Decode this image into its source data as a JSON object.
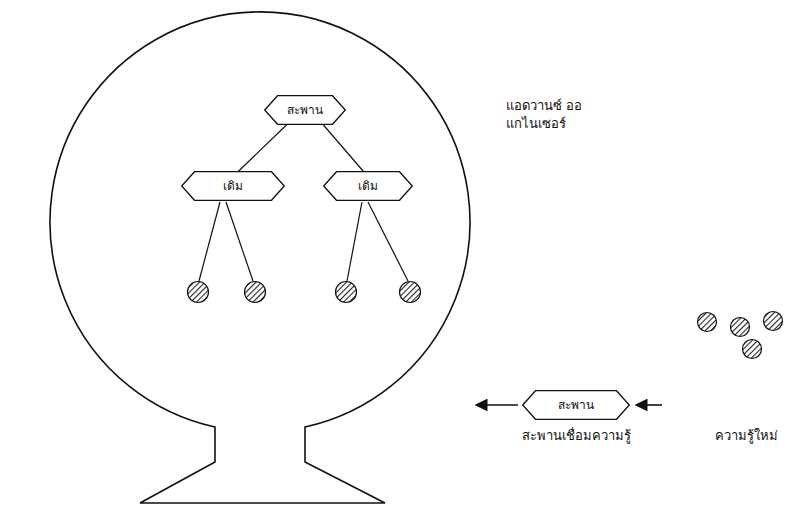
{
  "diagram": {
    "nodes": [
      {
        "text": [
          "สะพาน"
        ]
      },
      {
        "text": [
          "เดิม"
        ]
      },
      {
        "text": [
          "เดิม"
        ]
      },
      {
        "text": [
          "สะพาน"
        ]
      }
    ],
    "edges": [
      {
        "from": 0,
        "to": 1,
        "arrow": "none"
      },
      {
        "from": 0,
        "to": 2,
        "arrow": "none"
      }
    ],
    "labels": [
      "แอดวานซ์ ออแกไนเซอร์",
      "สะพานเชื่อมความรู้",
      "ความรู้ใหม่"
    ]
  }
}
